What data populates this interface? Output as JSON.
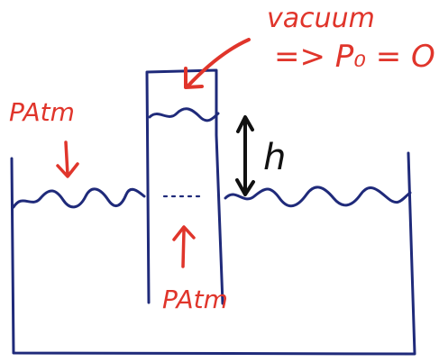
{
  "labels": {
    "vacuum": "vacuum",
    "pressure_zero": "=> P₀ = O",
    "patm_left": "PAtm",
    "patm_bottom": "PAtm",
    "height": "h"
  },
  "colors": {
    "ink": "#1f2a7a",
    "annotation": "#e0352b",
    "dimension": "#111111"
  }
}
